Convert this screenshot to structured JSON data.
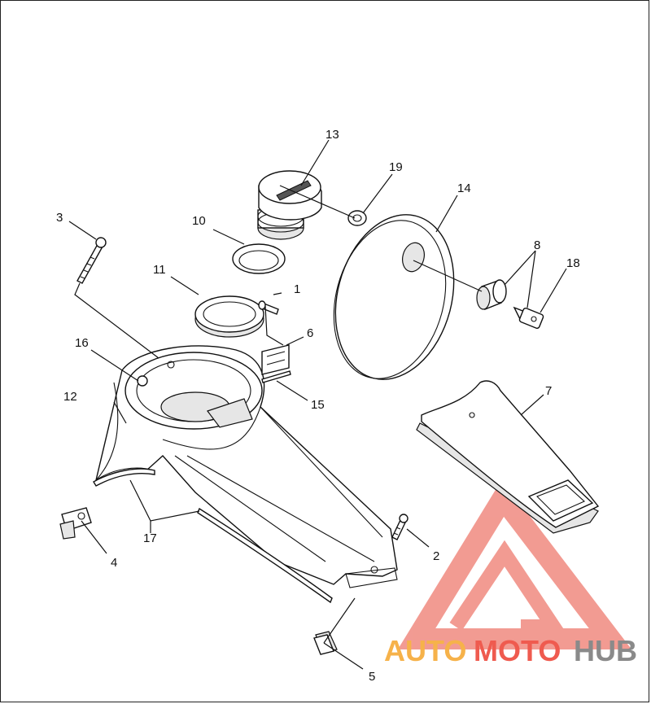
{
  "callouts": {
    "c1": "1",
    "c2": "2",
    "c3": "3",
    "c4": "4",
    "c5": "5",
    "c6": "6",
    "c7": "7",
    "c8": "8",
    "c9": "10",
    "c10": "11",
    "c11": "12",
    "c12": "13",
    "c13": "14",
    "c14": "15",
    "c15": "16",
    "c16": "17",
    "c17": "18",
    "c18": "19"
  },
  "watermark": {
    "part1": "AUTO",
    "part2": "MOTO",
    "part3": "HUB",
    "colors": {
      "auto": "#f6b24a",
      "moto": "#ef5b4f",
      "hub": "#8a8a8a",
      "logo": "#f08a80"
    }
  }
}
